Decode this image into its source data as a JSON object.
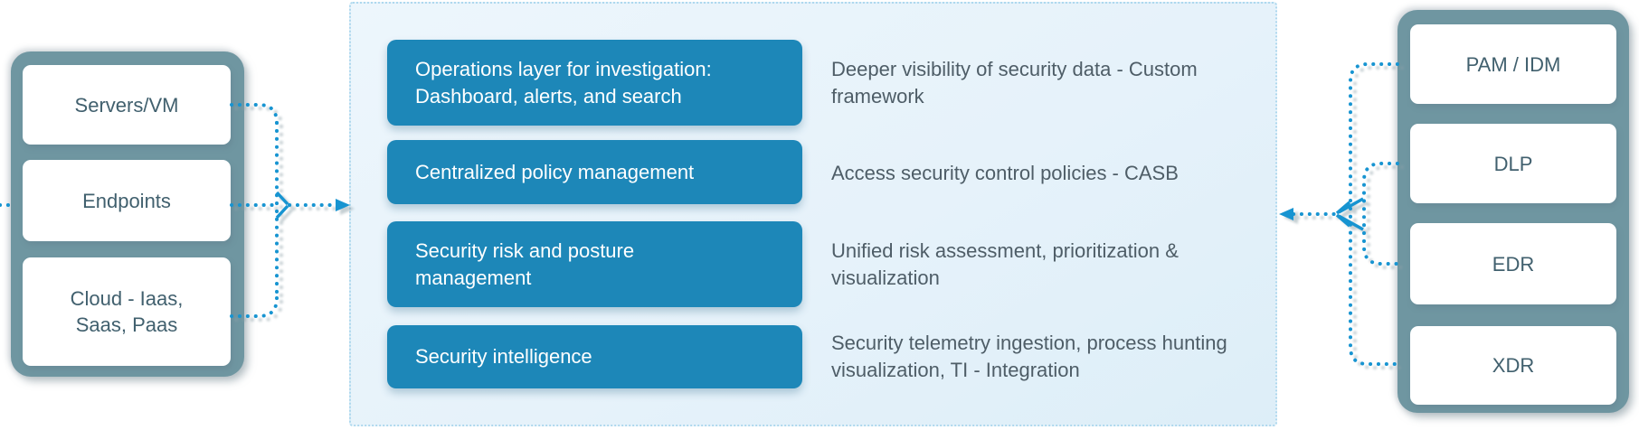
{
  "colors": {
    "page_bg": "#ffffff",
    "panel_bg": "#e6f2fa",
    "panel_border": "#aed8ee",
    "button_bg": "#1d87b8",
    "button_text": "#ffffff",
    "container_border": "#6f96a1",
    "node_bg": "#ffffff",
    "node_text": "#41606e",
    "description_text": "#4e5d67",
    "connector_blue": "#1794d1",
    "connector_shadow": "#8da0a8"
  },
  "left_group": {
    "items": [
      {
        "label": "Servers/VM"
      },
      {
        "label": "Endpoints"
      },
      {
        "label": "Cloud - Iaas,\nSaas, Paas"
      }
    ]
  },
  "center_panel": {
    "rows": [
      {
        "button": "Operations layer for investigation:\nDashboard, alerts, and search",
        "description": "Deeper visibility of security data - Custom\nframework"
      },
      {
        "button": "Centralized policy management",
        "description": "Access security control policies - CASB"
      },
      {
        "button": "Security risk and posture\nmanagement",
        "description": "Unified risk assessment, prioritization &\nvisualization"
      },
      {
        "button": "Security intelligence",
        "description": "Security telemetry ingestion, process hunting\nvisualization, TI - Integration"
      }
    ]
  },
  "right_group": {
    "items": [
      {
        "label": "PAM / IDM"
      },
      {
        "label": "DLP"
      },
      {
        "label": "EDR"
      },
      {
        "label": "XDR"
      }
    ]
  }
}
